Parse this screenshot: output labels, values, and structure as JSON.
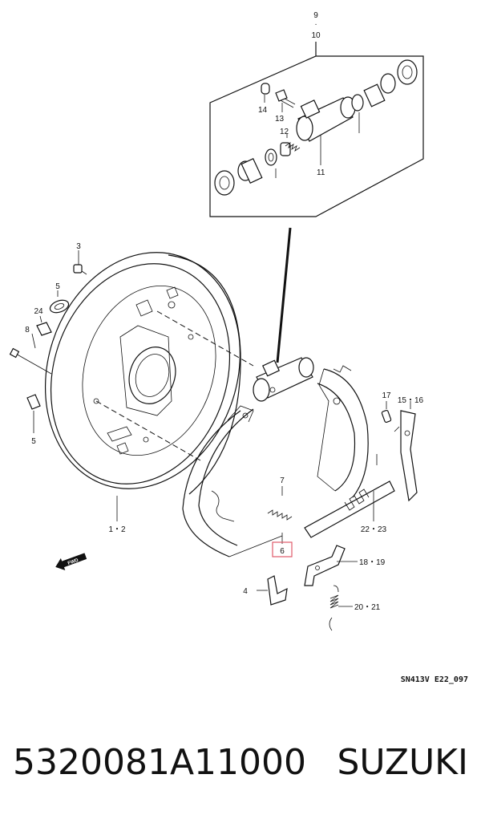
{
  "diagram": {
    "code": "SN413V E22_097",
    "labels": {
      "l9": "9",
      "l10": "10",
      "l14": "14",
      "l13": "13",
      "l12": "12",
      "l11": "11",
      "l3": "3",
      "l5a": "5",
      "l24": "24",
      "l8": "8",
      "l5b": "5",
      "l12b": "1・2",
      "l17": "17",
      "l1516": "15・16",
      "l7": "7",
      "l6": "6",
      "l2223": "22・23",
      "l1819": "18・19",
      "l4": "4",
      "l2021": "20・21",
      "fwd": "FWD"
    }
  },
  "footer": {
    "part_number": "5320081A11000",
    "brand": "SUZUKI"
  },
  "colors": {
    "ink": "#111111",
    "highlight": "#e05a6a"
  }
}
